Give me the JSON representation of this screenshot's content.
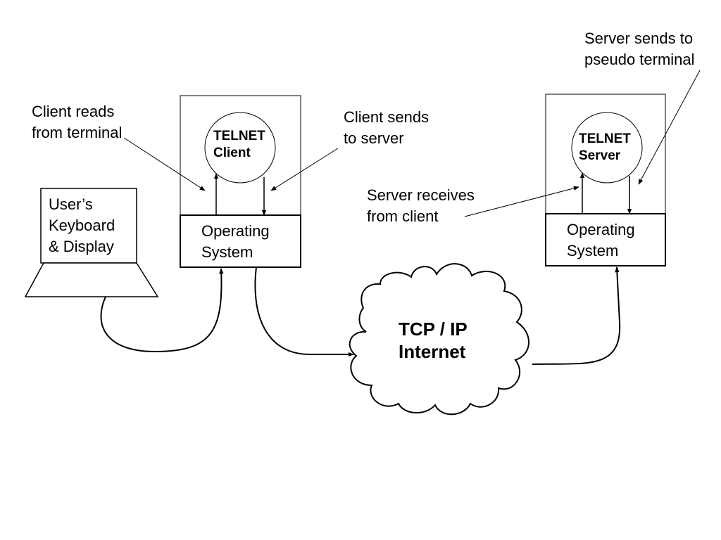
{
  "labels": {
    "client_reads": [
      "Client reads",
      "from terminal"
    ],
    "client_sends": [
      "Client sends",
      "to server"
    ],
    "server_sends": [
      "Server sends to",
      "pseudo terminal"
    ],
    "server_receives": [
      "Server receives",
      "from client"
    ],
    "users_device": [
      "User’s",
      "Keyboard",
      "& Display"
    ],
    "client_os": [
      "Operating",
      "System"
    ],
    "server_os": [
      "Operating",
      "System"
    ],
    "telnet_client": [
      "TELNET",
      "Client"
    ],
    "telnet_server": [
      "TELNET",
      "Server"
    ],
    "internet": [
      "TCP / IP",
      "Internet"
    ]
  }
}
